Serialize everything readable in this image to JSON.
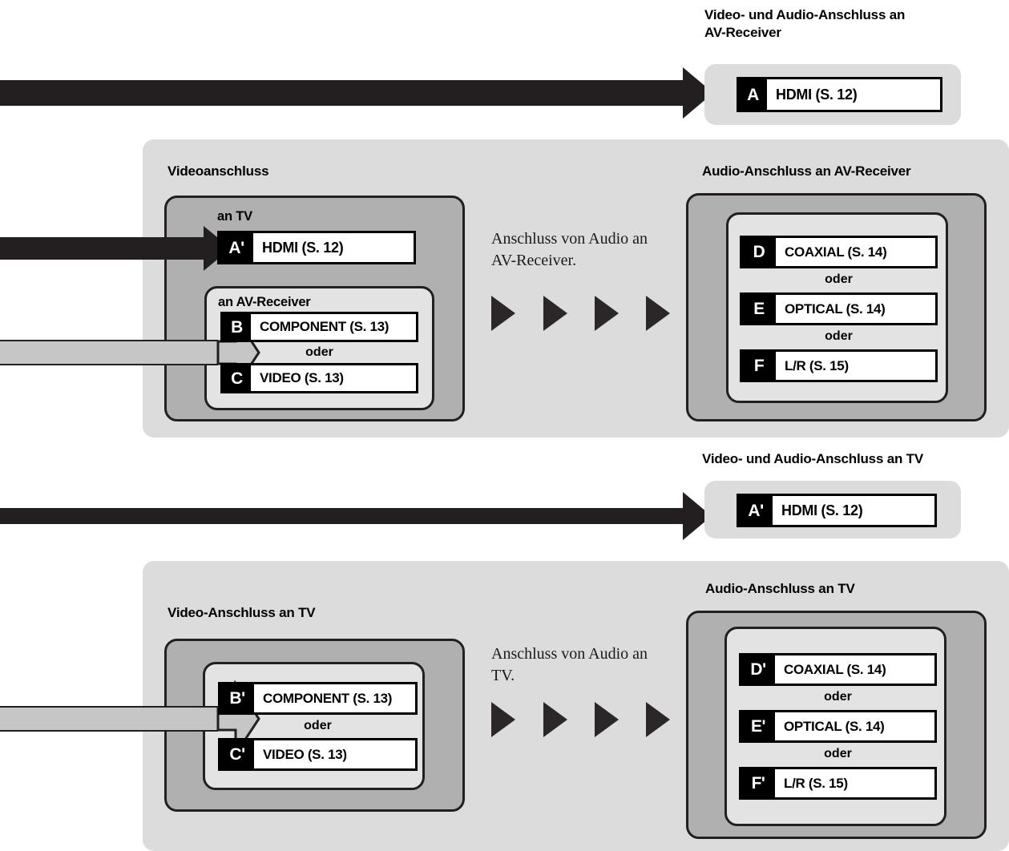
{
  "diagram": {
    "title_hidden": "",
    "colors": {
      "panel_bg": "#dcdcdd",
      "midbox_bg": "#b0b0b1",
      "lightbox_bg": "#e3e3e4",
      "outline": "#231f20",
      "arrow_black": "#231f20",
      "arrow_grey": "#c6c6c7",
      "option_bg": "#ffffff",
      "tag_bg": "#000000"
    },
    "labels": {
      "oder": "oder"
    },
    "sections": [
      {
        "id": "video-audio-av-receiver",
        "heading": "Video- und Audio-Anschluss an\nAV-Receiver",
        "options": [
          {
            "tag": "A",
            "text": "HDMI (S. 12)"
          }
        ]
      },
      {
        "id": "video-connection",
        "heading": "Videoanschluss",
        "sublabels": {
          "to_tv": "an TV",
          "to_av_receiver": "an AV-Receiver"
        },
        "tv_options": [
          {
            "tag": "A'",
            "text": "HDMI (S. 12)"
          }
        ],
        "av_options": [
          {
            "tag": "B",
            "text": "COMPONENT (S. 13)"
          },
          {
            "tag": "C",
            "text": "VIDEO (S. 13)"
          }
        ],
        "caption": "Anschluss von Audio an\nAV-Receiver.",
        "audio_heading": "Audio-Anschluss an AV-Receiver",
        "audio_options": [
          {
            "tag": "D",
            "text": "COAXIAL (S. 14)"
          },
          {
            "tag": "E",
            "text": "OPTICAL (S. 14)"
          },
          {
            "tag": "F",
            "text": "L/R (S. 15)"
          }
        ]
      },
      {
        "id": "video-audio-tv",
        "heading": "Video- und Audio-Anschluss an TV",
        "options": [
          {
            "tag": "A'",
            "text": "HDMI (S. 12)"
          }
        ]
      },
      {
        "id": "video-tv",
        "heading": "Video-Anschluss an TV",
        "video_options": [
          {
            "tag": "B'",
            "text": "COMPONENT (S. 13)"
          },
          {
            "tag": "C'",
            "text": "VIDEO (S. 13)"
          }
        ],
        "caption": "Anschluss von Audio an\nTV.",
        "audio_heading": "Audio-Anschluss an TV",
        "audio_options": [
          {
            "tag": "D'",
            "text": "COAXIAL (S. 14)"
          },
          {
            "tag": "E'",
            "text": "OPTICAL (S. 14)"
          },
          {
            "tag": "F'",
            "text": "L/R (S. 15)"
          }
        ]
      }
    ]
  }
}
